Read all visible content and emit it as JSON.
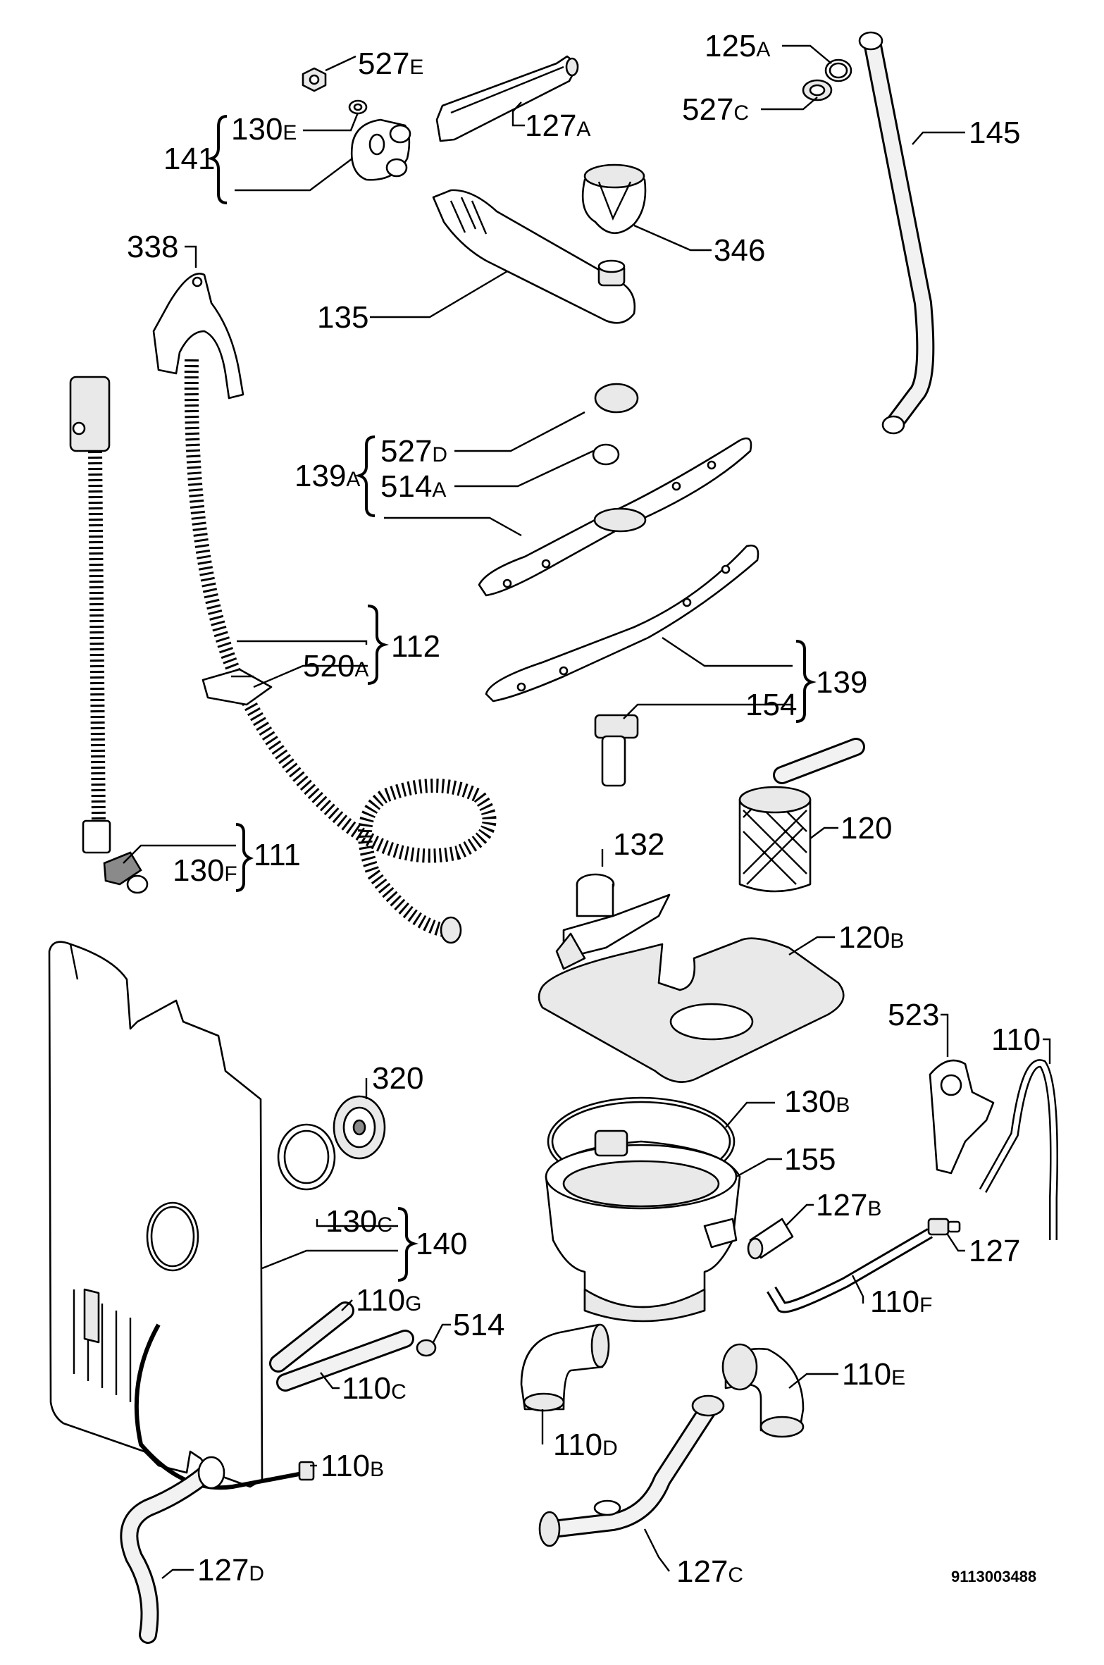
{
  "document": {
    "number": "9113003488"
  },
  "callouts": [
    {
      "id": "527E",
      "main": "527",
      "suffix": "E"
    },
    {
      "id": "130E",
      "main": "130",
      "suffix": "E"
    },
    {
      "id": "141",
      "main": "141",
      "suffix": ""
    },
    {
      "id": "127A",
      "main": "127",
      "suffix": "A"
    },
    {
      "id": "125A",
      "main": "125",
      "suffix": "A"
    },
    {
      "id": "527C",
      "main": "527",
      "suffix": "C"
    },
    {
      "id": "145",
      "main": "145",
      "suffix": ""
    },
    {
      "id": "346",
      "main": "346",
      "suffix": ""
    },
    {
      "id": "135",
      "main": "135",
      "suffix": ""
    },
    {
      "id": "338",
      "main": "338",
      "suffix": ""
    },
    {
      "id": "527D",
      "main": "527",
      "suffix": "D"
    },
    {
      "id": "139A",
      "main": "139",
      "suffix": "A"
    },
    {
      "id": "514A",
      "main": "514",
      "suffix": "A"
    },
    {
      "id": "112",
      "main": "112",
      "suffix": ""
    },
    {
      "id": "520A",
      "main": "520",
      "suffix": "A"
    },
    {
      "id": "139",
      "main": "139",
      "suffix": ""
    },
    {
      "id": "154",
      "main": "154",
      "suffix": ""
    },
    {
      "id": "120",
      "main": "120",
      "suffix": ""
    },
    {
      "id": "132",
      "main": "132",
      "suffix": ""
    },
    {
      "id": "111",
      "main": "111",
      "suffix": ""
    },
    {
      "id": "130F",
      "main": "130",
      "suffix": "F"
    },
    {
      "id": "120B",
      "main": "120",
      "suffix": "B"
    },
    {
      "id": "523",
      "main": "523",
      "suffix": ""
    },
    {
      "id": "110",
      "main": "110",
      "suffix": ""
    },
    {
      "id": "320",
      "main": "320",
      "suffix": ""
    },
    {
      "id": "130B",
      "main": "130",
      "suffix": "B"
    },
    {
      "id": "155",
      "main": "155",
      "suffix": ""
    },
    {
      "id": "130C",
      "main": "130",
      "suffix": "C"
    },
    {
      "id": "140",
      "main": "140",
      "suffix": ""
    },
    {
      "id": "127B",
      "main": "127",
      "suffix": "B"
    },
    {
      "id": "127",
      "main": "127",
      "suffix": ""
    },
    {
      "id": "110F",
      "main": "110",
      "suffix": "F"
    },
    {
      "id": "110G",
      "main": "110",
      "suffix": "G"
    },
    {
      "id": "514",
      "main": "514",
      "suffix": ""
    },
    {
      "id": "110C",
      "main": "110",
      "suffix": "C"
    },
    {
      "id": "110D",
      "main": "110",
      "suffix": "D"
    },
    {
      "id": "110E",
      "main": "110",
      "suffix": "E"
    },
    {
      "id": "110B",
      "main": "110",
      "suffix": "B"
    },
    {
      "id": "127C",
      "main": "127",
      "suffix": "C"
    },
    {
      "id": "127D",
      "main": "127",
      "suffix": "D"
    }
  ]
}
